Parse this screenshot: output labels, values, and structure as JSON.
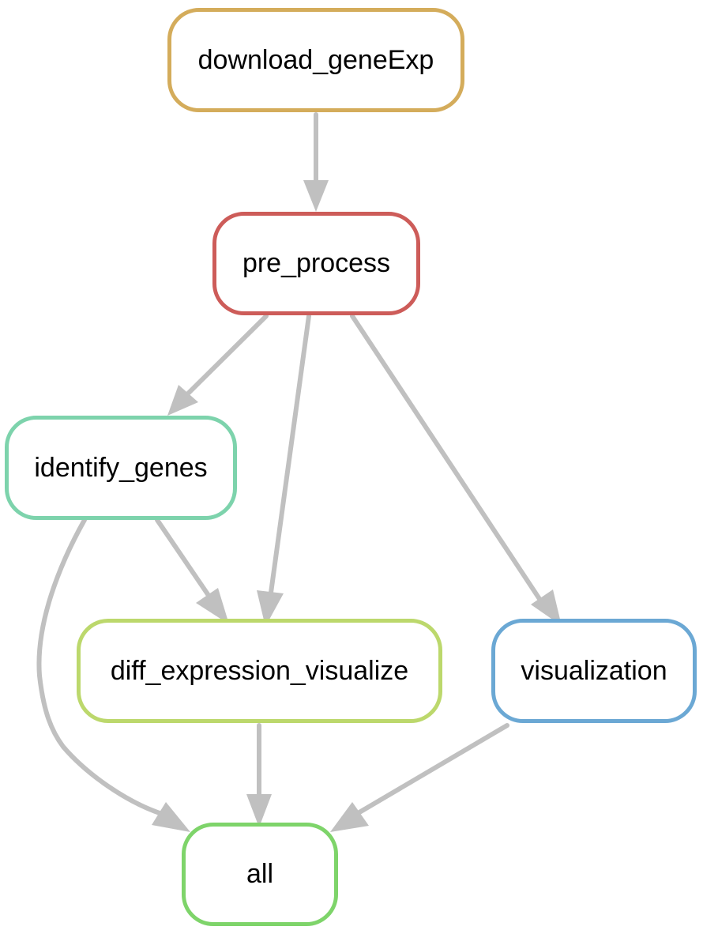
{
  "diagram": {
    "edge_color": "#c0c0c0",
    "nodes": {
      "download_geneExp": {
        "label": "download_geneExp",
        "color": "#d4ac5b"
      },
      "pre_process": {
        "label": "pre_process",
        "color": "#cd5c59"
      },
      "identify_genes": {
        "label": "identify_genes",
        "color": "#7dd3ac"
      },
      "diff_expression_visualize": {
        "label": "diff_expression_visualize",
        "color": "#bcd86c"
      },
      "visualization": {
        "label": "visualization",
        "color": "#6ba8d4"
      },
      "all": {
        "label": "all",
        "color": "#7ed46a"
      }
    },
    "edges": [
      {
        "from": "download_geneExp",
        "to": "pre_process"
      },
      {
        "from": "pre_process",
        "to": "identify_genes"
      },
      {
        "from": "pre_process",
        "to": "diff_expression_visualize"
      },
      {
        "from": "pre_process",
        "to": "visualization"
      },
      {
        "from": "identify_genes",
        "to": "diff_expression_visualize"
      },
      {
        "from": "identify_genes",
        "to": "all"
      },
      {
        "from": "diff_expression_visualize",
        "to": "all"
      },
      {
        "from": "visualization",
        "to": "all"
      }
    ]
  }
}
